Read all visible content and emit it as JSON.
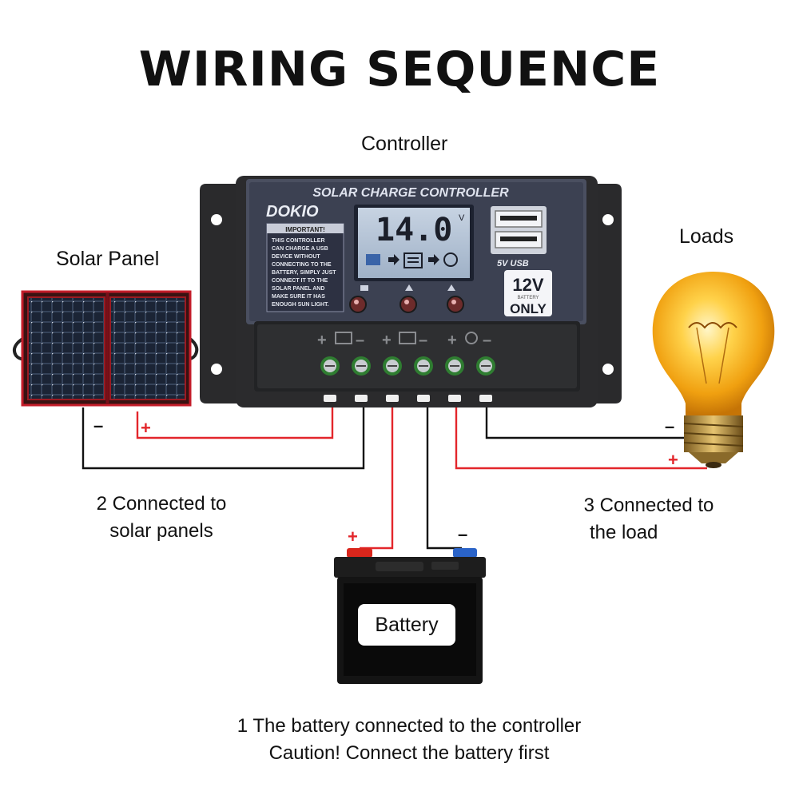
{
  "title": "WIRING SEQUENCE",
  "labels": {
    "controller": "Controller",
    "solar_panel": "Solar Panel",
    "loads": "Loads",
    "battery": "Battery"
  },
  "controller": {
    "header": "SOLAR CHARGE CONTROLLER",
    "brand": "DOKIO",
    "important_title": "IMPORTANT!",
    "important_lines": [
      "THIS CONTROLLER",
      "CAN CHARGE A USB",
      "DEVICE WITHOUT",
      "CONNECTING TO THE",
      "BATTERY, SIMPLY JUST",
      "CONNECT IT TO THE",
      "SOLAR PANEL AND",
      "MAKE SURE IT HAS",
      "ENOUGH SUN LIGHT."
    ],
    "lcd_value": "14.0",
    "lcd_unit": "V",
    "usb_label": "5V USB",
    "voltage_badge": "12V",
    "voltage_badge_small": "BATTERY",
    "voltage_badge_only": "ONLY"
  },
  "polarity": {
    "plus": "+",
    "minus": "–"
  },
  "steps": {
    "step2_line1": "2 Connected to",
    "step2_line2": "solar panels",
    "step3_line1": "3 Connected to",
    "step3_line2": "the load",
    "step1_line1": "1 The battery connected to the controller",
    "step1_line2": "Caution! Connect the battery first"
  },
  "colors": {
    "positive_wire": "#e3262b",
    "negative_wire": "#111111",
    "controller_body": "#2b2b2d",
    "lcd_background": "#b9c7d8",
    "terminal_green": "#3e8a3a",
    "bulb_glow": "#f6b81a"
  },
  "icons": [
    "solar-panel-icon",
    "battery-icon",
    "light-bulb-icon",
    "usb-port-icon"
  ]
}
